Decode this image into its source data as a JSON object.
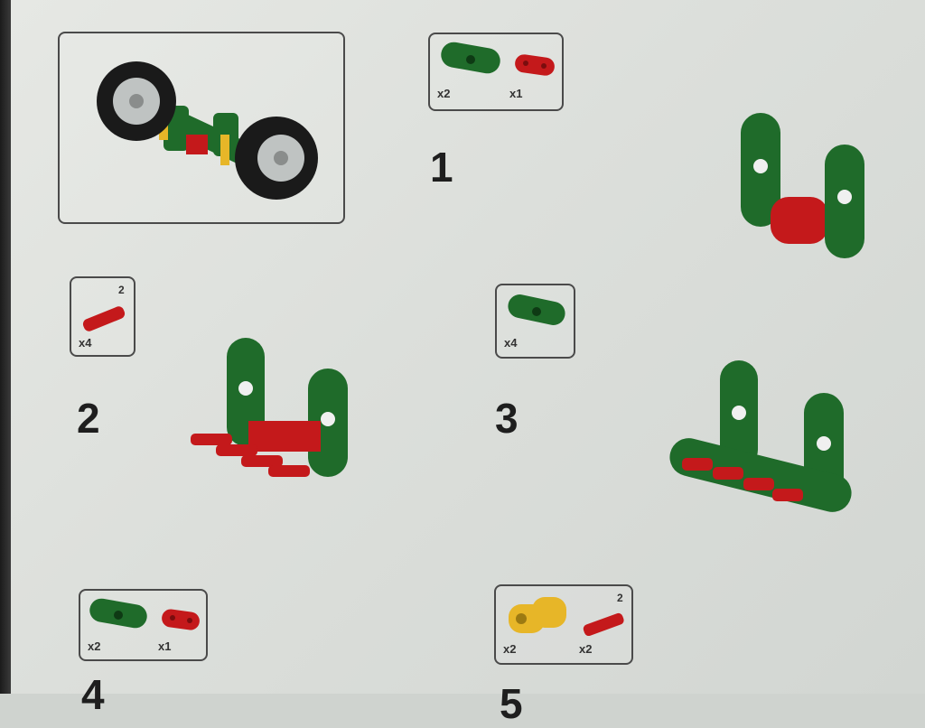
{
  "colors": {
    "green": "#1f6b2a",
    "red": "#c4191b",
    "yellow": "#e7b628",
    "black": "#1a1a1a",
    "gray": "#bfc3c2"
  },
  "steps": [
    {
      "number": "1",
      "parts": [
        {
          "qty": "x2",
          "part": "green-beam"
        },
        {
          "qty": "x1",
          "part": "red-beam"
        }
      ]
    },
    {
      "number": "2",
      "parts": [
        {
          "qty": "x4",
          "part": "red-axle-pin",
          "length": "2"
        }
      ]
    },
    {
      "number": "3",
      "parts": [
        {
          "qty": "x4",
          "part": "green-beam"
        }
      ]
    },
    {
      "number": "4",
      "parts": [
        {
          "qty": "x2",
          "part": "green-beam"
        },
        {
          "qty": "x1",
          "part": "red-beam"
        }
      ]
    },
    {
      "number": "5",
      "parts": [
        {
          "qty": "x2",
          "part": "yellow-connector"
        },
        {
          "qty": "x2",
          "part": "red-axle-pin",
          "length": "2"
        }
      ]
    }
  ]
}
